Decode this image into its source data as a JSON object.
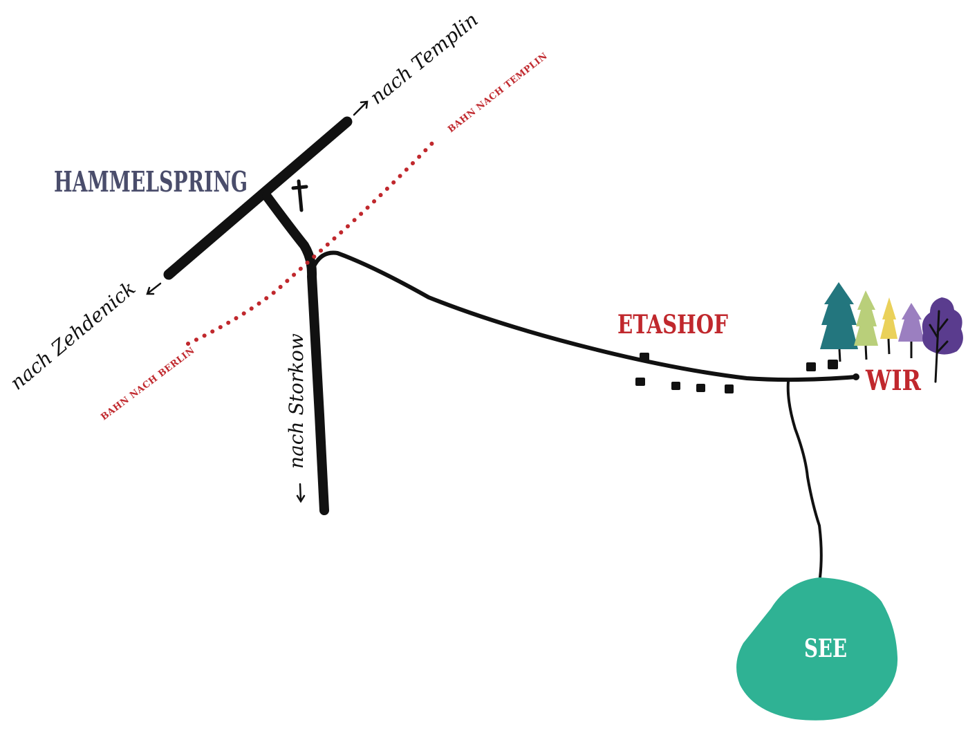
{
  "colors": {
    "road": "#111111",
    "rail": "#c0282d",
    "town_label": "#4a4d6b",
    "place_label": "#c0282d",
    "lake": "#2fb294",
    "lake_label": "#ffffff",
    "tree_teal": "#23767e",
    "tree_lime": "#b9cf7a",
    "tree_yellow": "#ead15a",
    "tree_lavender": "#9b7fc0",
    "tree_purple": "#5a3c8e"
  },
  "labels": {
    "town": "HAMMELSPRING",
    "village": "ETASHOF",
    "home": "WIR",
    "lake": "SEE",
    "rail_north": "BAHN NACH TEMPLIN",
    "rail_south": "BAHN NACH BERLIN",
    "dir_templin": "nach Templin",
    "dir_zehdenick": "nach Zehdenick",
    "dir_storkow": "nach Storkow"
  },
  "icons": {
    "church": "cross-icon",
    "houses": "house-icon",
    "trees": "tree-icon",
    "arrows": "arrow-icon"
  }
}
